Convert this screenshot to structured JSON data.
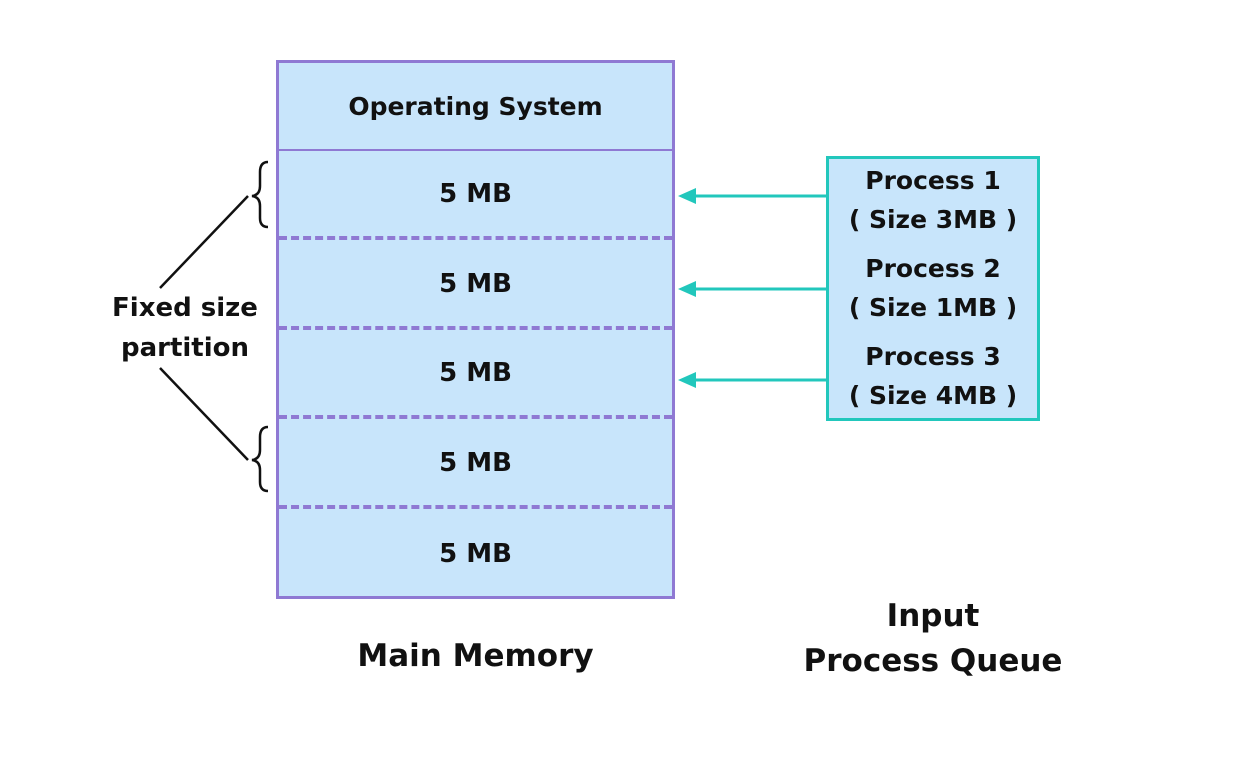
{
  "main_memory": {
    "os_label": "Operating System",
    "partitions": [
      "5 MB",
      "5 MB",
      "5 MB",
      "5 MB",
      "5 MB"
    ],
    "caption": "Main Memory"
  },
  "input_queue": {
    "processes": [
      {
        "name": "Process 1",
        "size": "( Size 3MB )"
      },
      {
        "name": "Process 2",
        "size": "( Size 1MB )"
      },
      {
        "name": "Process 3",
        "size": "( Size 4MB )"
      }
    ],
    "caption_line1": "Input",
    "caption_line2": "Process Queue"
  },
  "annotation": {
    "line1": "Fixed size",
    "line2": "partition"
  },
  "colors": {
    "memory_fill": "#c8e5fb",
    "memory_border": "#8f79d3",
    "queue_border": "#22c7bc",
    "arrow": "#22c7bc"
  }
}
